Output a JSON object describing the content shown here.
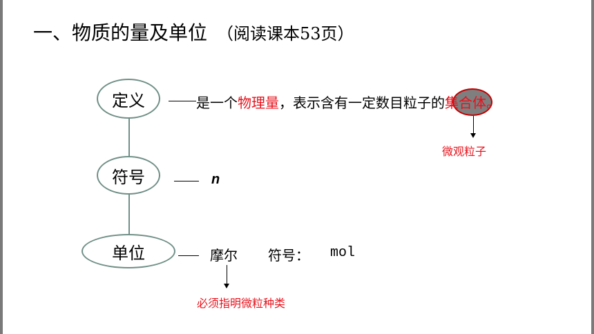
{
  "title": {
    "main": "一、物质的量及单位",
    "sub": "（阅读课本53页）"
  },
  "nodes": {
    "definition": "定义",
    "symbol": "符号",
    "unit": "单位"
  },
  "definition": {
    "dash": "——",
    "prefix": "是一个",
    "term1": "物理量",
    "middle": "，表示含有一定数目",
    "term2": "粒子",
    "link": "的",
    "term3": "集合体。"
  },
  "symbol": {
    "dash": "——",
    "value": "n"
  },
  "unit": {
    "dash": "——",
    "name": "摩尔",
    "label": "符号：",
    "value": "mol"
  },
  "notes": {
    "particle": "微观粒子",
    "unit_hint": "必须指明微粒种类"
  }
}
